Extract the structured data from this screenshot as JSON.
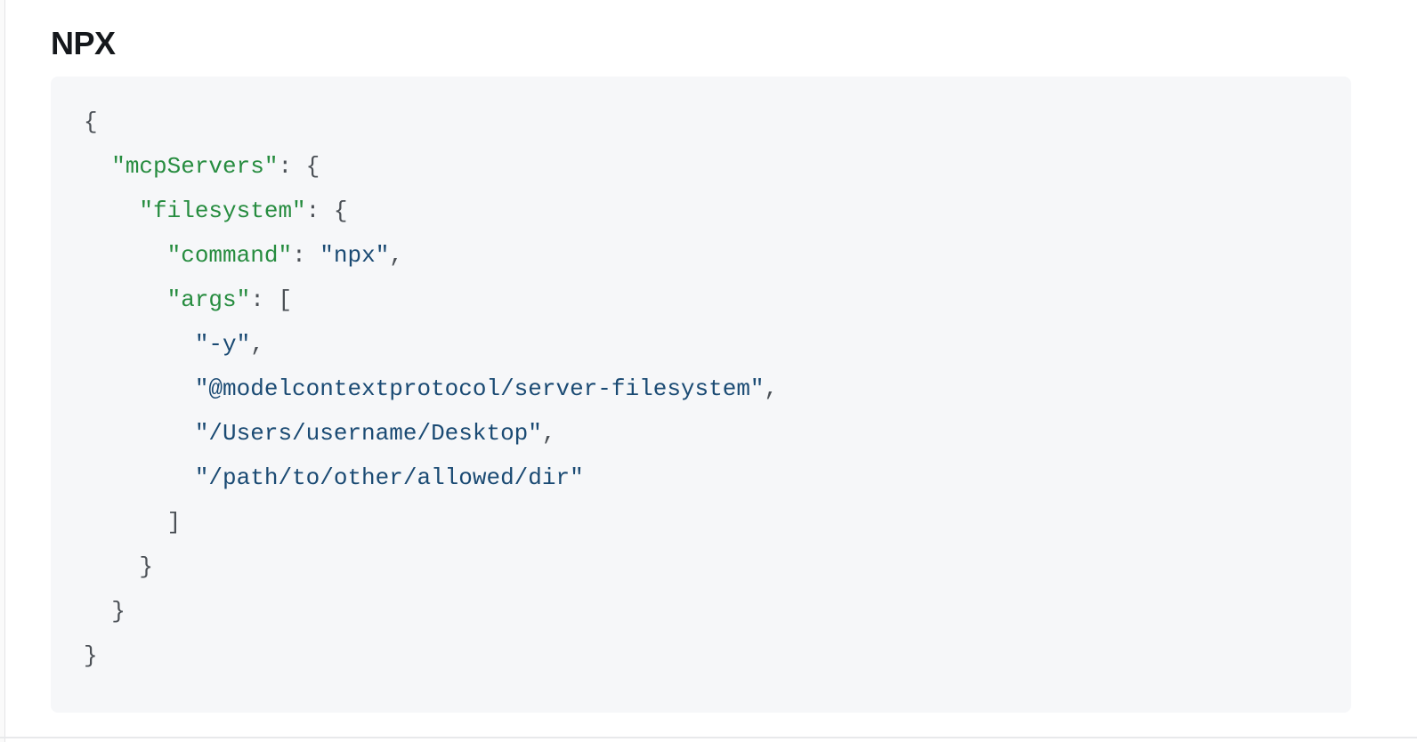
{
  "heading": "NPX",
  "colors": {
    "heading": "#15181c",
    "code_background": "#f6f7f9",
    "punctuation": "#4b5056",
    "json_key": "#268c3f",
    "json_string": "#1a4a73",
    "divider": "#e8e9eb"
  },
  "code_block": {
    "content_text": "{\n  \"mcpServers\": {\n    \"filesystem\": {\n      \"command\": \"npx\",\n      \"args\": [\n        \"-y\",\n        \"@modelcontextprotocol/server-filesystem\",\n        \"/Users/username/Desktop\",\n        \"/path/to/other/allowed/dir\"\n      ]\n    }\n  }\n}",
    "lines": [
      [
        {
          "t": "{",
          "c": "p"
        }
      ],
      [
        {
          "t": "  ",
          "c": "p"
        },
        {
          "t": "\"mcpServers\"",
          "c": "k"
        },
        {
          "t": ": {",
          "c": "p"
        }
      ],
      [
        {
          "t": "    ",
          "c": "p"
        },
        {
          "t": "\"filesystem\"",
          "c": "k"
        },
        {
          "t": ": {",
          "c": "p"
        }
      ],
      [
        {
          "t": "      ",
          "c": "p"
        },
        {
          "t": "\"command\"",
          "c": "k"
        },
        {
          "t": ": ",
          "c": "p"
        },
        {
          "t": "\"npx\"",
          "c": "s"
        },
        {
          "t": ",",
          "c": "p"
        }
      ],
      [
        {
          "t": "      ",
          "c": "p"
        },
        {
          "t": "\"args\"",
          "c": "k"
        },
        {
          "t": ": [",
          "c": "p"
        }
      ],
      [
        {
          "t": "        ",
          "c": "p"
        },
        {
          "t": "\"-y\"",
          "c": "s"
        },
        {
          "t": ",",
          "c": "p"
        }
      ],
      [
        {
          "t": "        ",
          "c": "p"
        },
        {
          "t": "\"@modelcontextprotocol/server-filesystem\"",
          "c": "s"
        },
        {
          "t": ",",
          "c": "p"
        }
      ],
      [
        {
          "t": "        ",
          "c": "p"
        },
        {
          "t": "\"/Users/username/Desktop\"",
          "c": "s"
        },
        {
          "t": ",",
          "c": "p"
        }
      ],
      [
        {
          "t": "        ",
          "c": "p"
        },
        {
          "t": "\"/path/to/other/allowed/dir\"",
          "c": "s"
        }
      ],
      [
        {
          "t": "      ]",
          "c": "p"
        }
      ],
      [
        {
          "t": "    }",
          "c": "p"
        }
      ],
      [
        {
          "t": "  }",
          "c": "p"
        }
      ],
      [
        {
          "t": "}",
          "c": "p"
        }
      ]
    ]
  }
}
